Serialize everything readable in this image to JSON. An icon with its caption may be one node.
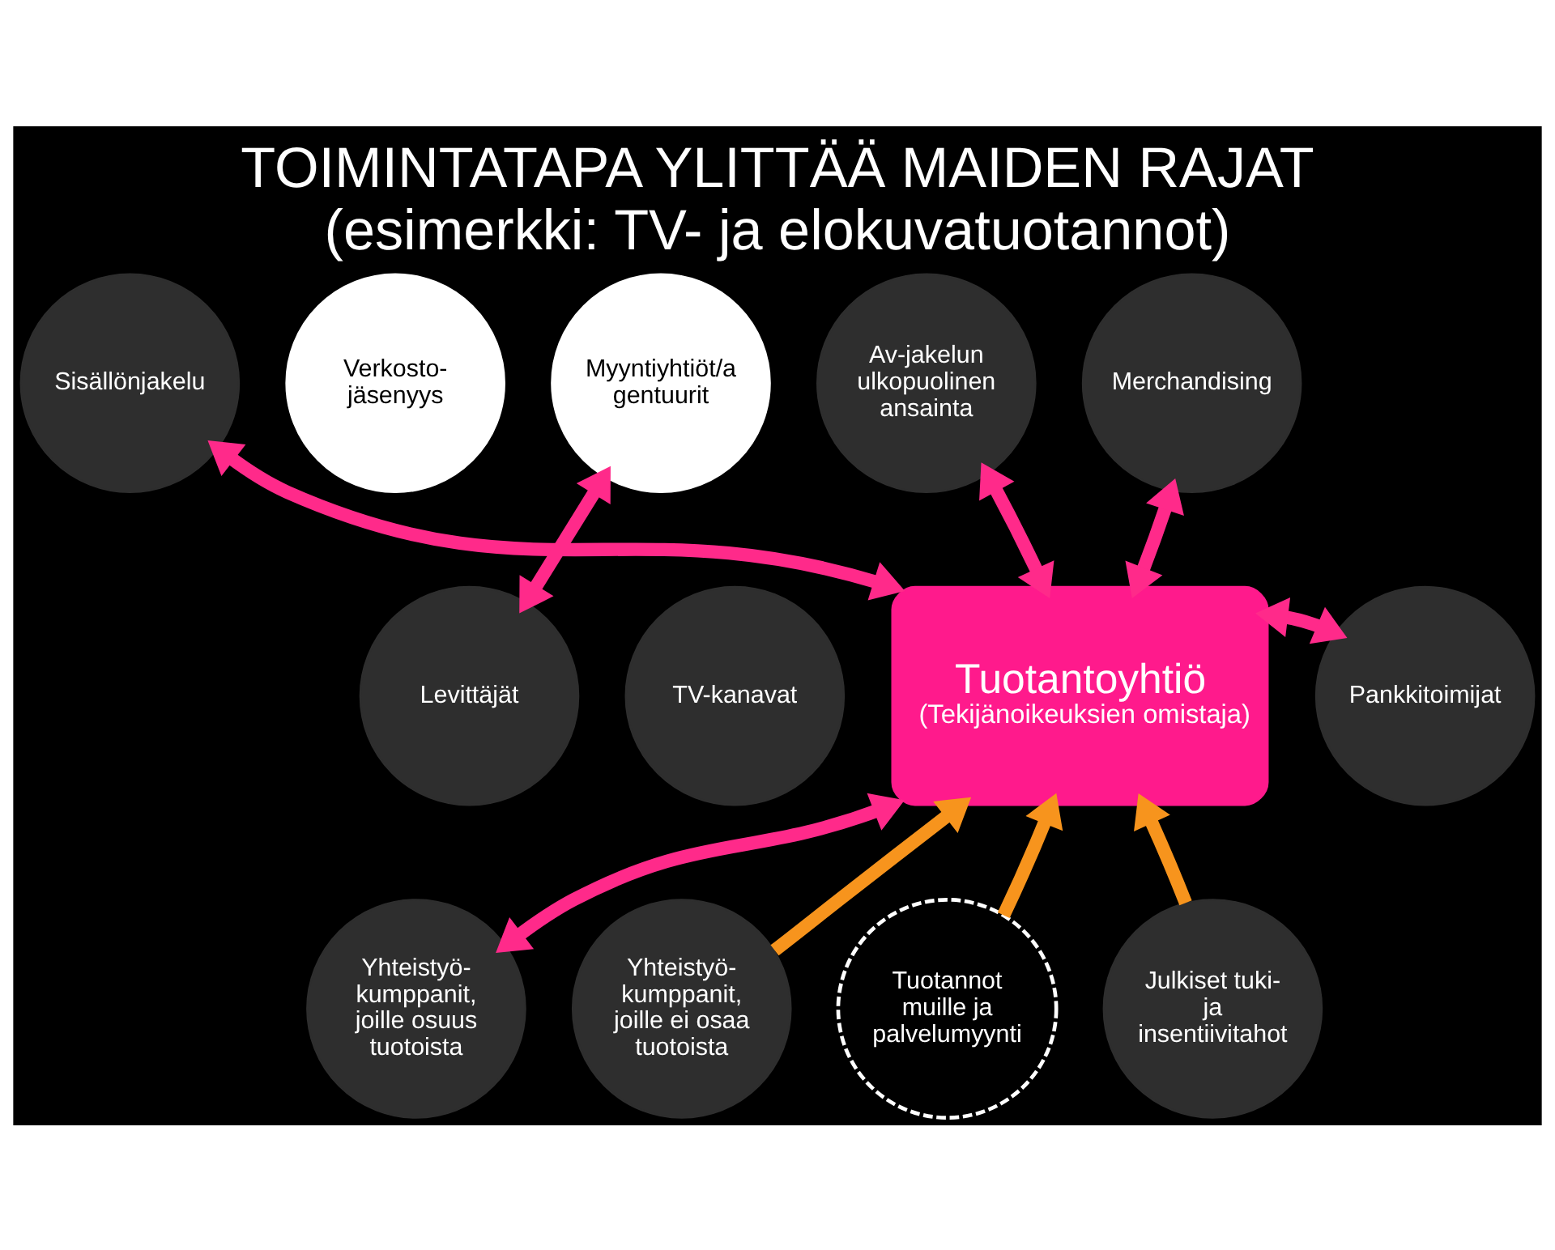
{
  "diagram": {
    "title": "TOIMINTATAPA YLITTÄÄ MAIDEN RAJAT",
    "caption": "(esimerkki: TV- ja elokuvatuotannot)",
    "nodes": [
      {
        "text": [
          "Sisällönjakelu"
        ]
      },
      {
        "text": [
          "Verkosto- jäsenyys"
        ]
      },
      {
        "text": [
          "Myyntiyhtiöt/a gentuurit"
        ]
      },
      {
        "text": [
          "Av-jakelun ulkopuolinen ansainta"
        ]
      },
      {
        "text": [
          "Merchandising"
        ]
      },
      {
        "text": [
          "Levittäjät"
        ]
      },
      {
        "text": [
          "TV-kanavat"
        ]
      },
      {
        "text": [
          "Tuotantoyhtiö",
          "(Tekijänoikeuksien omistaja)"
        ]
      },
      {
        "text": [
          "Pankkitoimijat"
        ]
      },
      {
        "text": [
          "Yhteistyö- kumppanit, joille osuus tuotoista"
        ]
      },
      {
        "text": [
          "Yhteistyö- kumppanit, joille ei osaa tuotoista"
        ]
      },
      {
        "text": [
          "Tuotannot muille ja palvelumyynti"
        ]
      },
      {
        "text": [
          "Julkiset tuki- ja insentiivitahot"
        ]
      }
    ],
    "edges": [
      {
        "from": 0,
        "to": 7,
        "arrow": "both"
      },
      {
        "from": 2,
        "to": 5,
        "arrow": "both"
      },
      {
        "from": 3,
        "to": 7,
        "arrow": "both"
      },
      {
        "from": 4,
        "to": 7,
        "arrow": "both"
      },
      {
        "from": 7,
        "to": 8,
        "arrow": "both"
      },
      {
        "from": 9,
        "to": 7,
        "arrow": "both"
      },
      {
        "from": 10,
        "to": 7,
        "arrow": "to",
        "color": "#f7941d"
      },
      {
        "from": 11,
        "to": 7,
        "arrow": "to",
        "color": "#f7941d"
      },
      {
        "from": 12,
        "to": 7,
        "arrow": "to",
        "color": "#f7941d"
      }
    ]
  }
}
